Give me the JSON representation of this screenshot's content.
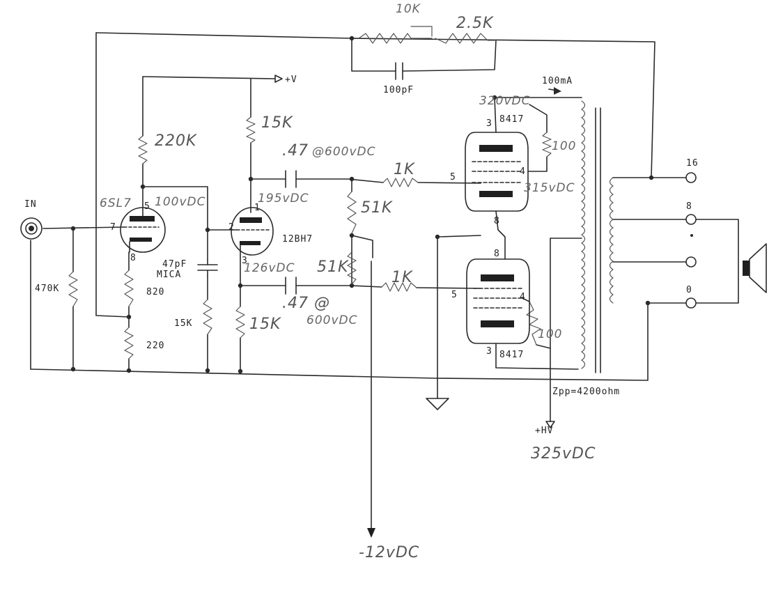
{
  "tubes": {
    "v1": "6SL7",
    "v2": "12BH7",
    "v3": "8417",
    "v4": "8417"
  },
  "resistors": {
    "fb_pot": "10K",
    "fb_res": "2.5K",
    "v1_plate": "220K",
    "v1_grid": "470K",
    "v1_cath_a": "820",
    "v1_cath_b": "220",
    "v2_plate": "15K",
    "v2_cath": "15K",
    "v2_load": "15K",
    "grid_a": "51K",
    "grid_b": "51K",
    "stop_a": "1K",
    "stop_b": "1K",
    "screen_a": "100",
    "screen_b": "100"
  },
  "capacitors": {
    "fb_cap": "100pF",
    "mica": "47pF",
    "mica_type": "MICA",
    "coup_a_val": ".47",
    "coup_a_rating": "@600vDC",
    "coup_b_val": ".47 @",
    "coup_b_rating": "600vDC"
  },
  "voltages": {
    "plus_v": "+V",
    "v1_plate": "100vDC",
    "v2_plate": "195vDC",
    "v2_cath": "126vDC",
    "v3_plate": "320vDC",
    "v3_screen": "315vDC",
    "hv": "+HV",
    "hv_value": "325vDC",
    "bias": "-12vDC",
    "current": "100mA"
  },
  "pins": {
    "v1_plate": "5",
    "v1_grid": "7",
    "v1_cath": "8",
    "v2_plate": "1",
    "v2_grid": "2",
    "v2_cath": "3",
    "v3_cath": "3",
    "v3_grid": "5",
    "v3_screen": "4",
    "v3_heater": "8",
    "v4_heater": "8",
    "v4_grid": "5",
    "v4_screen": "4",
    "v4_cath": "3"
  },
  "io": {
    "input": "IN",
    "tap_16": "16",
    "tap_8": "8",
    "tap_0": "0",
    "impedance": "Zpp=4200ohm"
  }
}
